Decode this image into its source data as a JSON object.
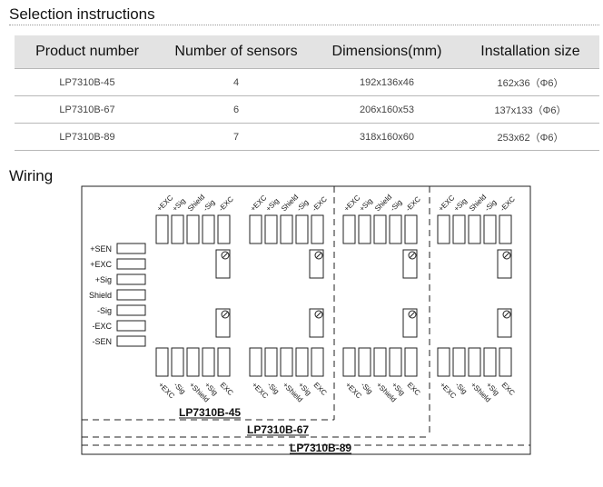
{
  "selection": {
    "title": "Selection instructions",
    "columns": [
      "Product number",
      "Number of sensors",
      "Dimensions(mm)",
      "Installation size"
    ],
    "rows": [
      [
        "LP7310B-45",
        "4",
        "192x136x46",
        "162x36（Φ6）"
      ],
      [
        "LP7310B-67",
        "6",
        "206x160x53",
        "137x133（Φ6）"
      ],
      [
        "LP7310B-89",
        "7",
        "318x160x60",
        "253x62（Φ6）"
      ]
    ]
  },
  "wiring": {
    "title": "Wiring",
    "signal_labels": [
      "+SEN",
      "+EXC",
      "+Sig",
      "Shield",
      "-Sig",
      "-EXC",
      "-SEN"
    ],
    "top_terminal_labels": [
      "+EXC",
      "+Sig",
      "Shield",
      "-Sig",
      "-EXC"
    ],
    "bottom_terminal_labels": [
      "+EXC",
      "-Sig",
      "+Shield",
      "+Sig",
      "EXC"
    ],
    "models": [
      "LP7310B-45",
      "LP7310B-67",
      "LP7310B-89"
    ],
    "icons": [
      "potentiometer-icon"
    ]
  }
}
